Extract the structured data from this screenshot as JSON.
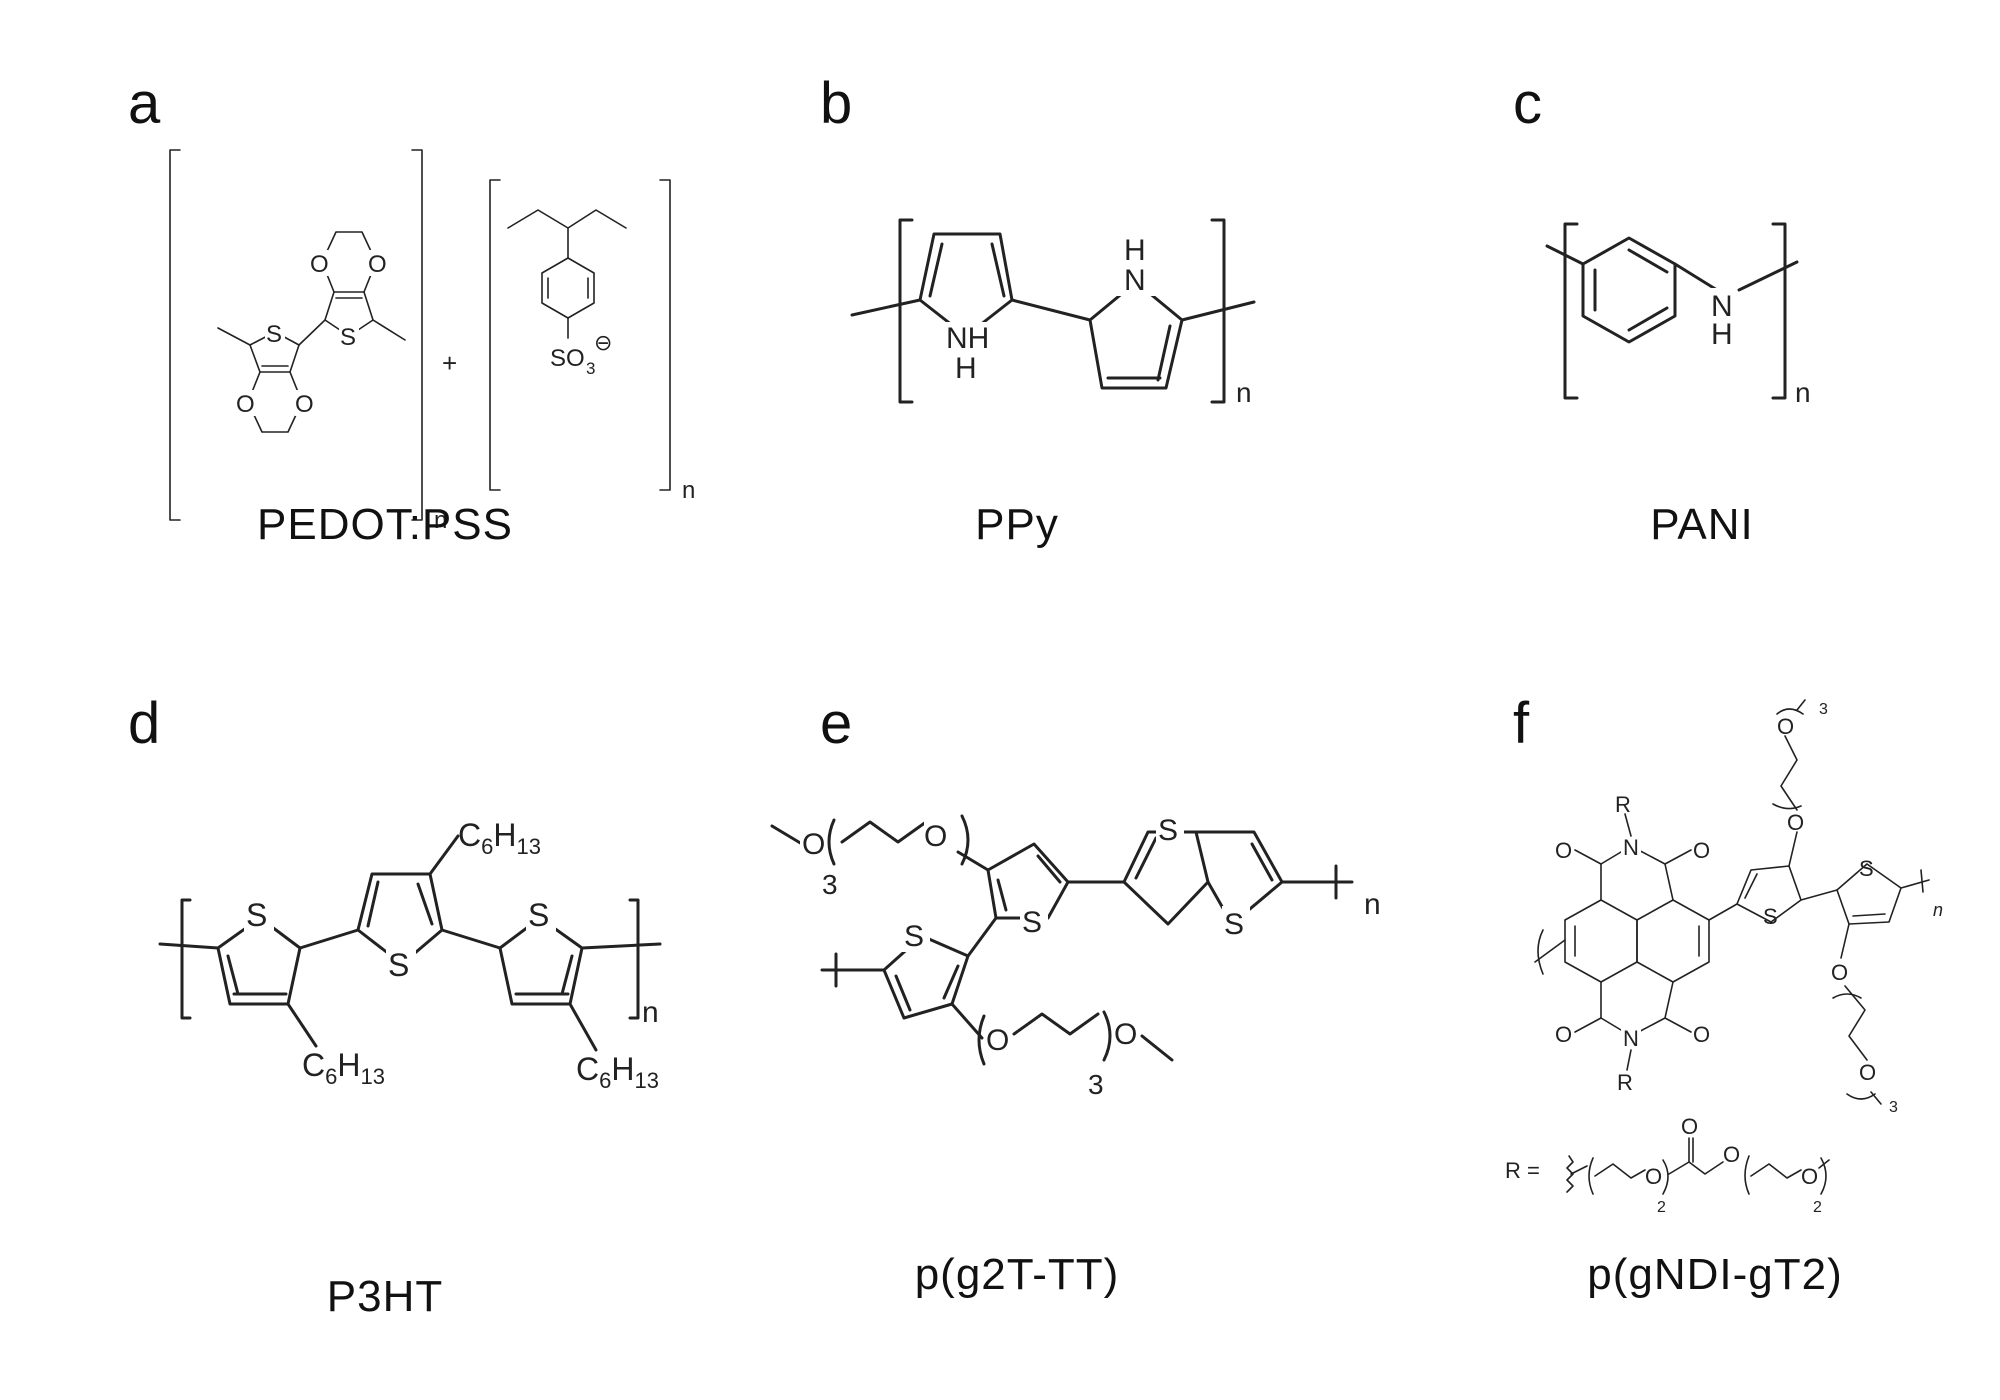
{
  "panels": [
    {
      "id": "a",
      "letter": "a",
      "name": "PEDOT:PSS"
    },
    {
      "id": "b",
      "letter": "b",
      "name": "PPy"
    },
    {
      "id": "c",
      "letter": "c",
      "name": "PANI"
    },
    {
      "id": "d",
      "letter": "d",
      "name": "P3HT"
    },
    {
      "id": "e",
      "letter": "e",
      "name": "p(g2T-TT)"
    },
    {
      "id": "f",
      "letter": "f",
      "name": "p(gNDI-gT2)"
    }
  ],
  "atoms": {
    "S": "S",
    "O": "O",
    "N": "N",
    "H": "H",
    "NH": "NH",
    "R": "R",
    "n": "n",
    "plus": "+",
    "SO3": "SO",
    "sub3": "3",
    "minus": "⊖",
    "C6H13_C": "C",
    "C6H13_6": "6",
    "C6H13_H": "H",
    "C6H13_13": "13",
    "three": "3",
    "two": "2",
    "R_eq": "R ="
  }
}
